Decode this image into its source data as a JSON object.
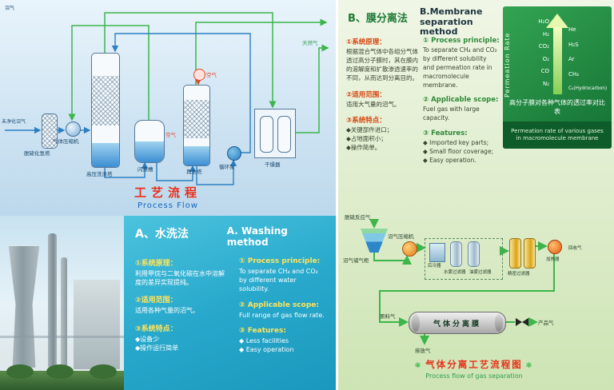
{
  "top_flow": {
    "corner_label": "沼气",
    "title_cn": "工艺流程",
    "title_en": "Process Flow",
    "labels": {
      "raw_biogas": "未净化沼气",
      "h2s_tower": "脱硫化氢塔",
      "compressor": "气体压缩机",
      "wash_tower": "高压洗涤塔",
      "flash_tank": "闪蒸槽",
      "air": "空气",
      "air2": "空气",
      "regen_tower": "再生塔",
      "pump": "循环泵",
      "dryer": "干燥器",
      "product": "天然气"
    }
  },
  "washing": {
    "title_cn": "A、水洗法",
    "title_en": "A. Washing method",
    "cn": {
      "s1_title": "①系统原理：",
      "s1_body": "利用甲烷与二氧化碳在水中溶解度的差异实现提纯。",
      "s2_title": "②适用范围：",
      "s2_body": "适用各种气量的沼气。",
      "s3_title": "③系统特点：",
      "item1": "◆设备少",
      "item2": "◆操作运行简单"
    },
    "en": {
      "s1_title": "① Process principle:",
      "s1_body": "To separate CH₄ and CO₂ by different water solubility.",
      "s2_title": "② Applicable scope:",
      "s2_body": "Full range of gas flow rate.",
      "s3_title": "③ Features:",
      "item1": "◆ Less facilities",
      "item2": "◆ Easy operation"
    }
  },
  "membrane": {
    "title_cn": "B、膜分离法",
    "title_en": "B.Membrane separation method",
    "cn": {
      "s1_title": "①系统原理：",
      "s1_body": "根据混合气体中各组分气体透过高分子膜时，其在膜内的溶解度和扩散渗透速率的不同，从而达到分离目的。",
      "s2_title": "②适用范围：",
      "s2_body": "适用大气量的沼气。",
      "s3_title": "③系统特点：",
      "item1": "◆关键部件进口；",
      "item2": "◆占地面积小；",
      "item3": "◆操作简单。"
    },
    "en": {
      "s1_title": "① Process principle:",
      "s1_body": "To separate CH₄ and CO₂ by different solubility and permeation rate in macromolecule membrane.",
      "s2_title": "② Applicable scope:",
      "s2_body": "Fuel gas with large capacity.",
      "s3_title": "③ Features:",
      "item1": "◆ Imported key parts;",
      "item2": "◆ Small floor coverage;",
      "item3": "◆ Easy operation."
    }
  },
  "permeation": {
    "rate_label": "Permeation Rate",
    "left_gases": [
      "H₂O",
      "H₂",
      "CO₂",
      "O₂",
      "CO",
      "N₂"
    ],
    "right_gases": [
      "He",
      "H₂S",
      "Ar",
      "CH₄"
    ],
    "right_gas_last": "C₄(Hydrocarbon)",
    "caption_cn": "高分子膜对各种气体的透过率对比表",
    "caption_en": "Permeation rate of various gases in macromolecule membrane"
  },
  "gas_flow": {
    "labels": {
      "inlet": "脱硫反应气",
      "holder": "沼气储气柜",
      "compressor": "沼气压缩机",
      "aftercooler": "后冷器",
      "water_filter": "水雾过滤器",
      "oil_filter": "油雾过滤器",
      "fine_filter": "精密过滤器",
      "heater": "加热器",
      "recycle": "回收气",
      "feed": "原料气",
      "membrane": "气体分离膜",
      "product": "产品气",
      "exhaust": "排放气"
    },
    "deco": "❃",
    "title_cn": "气体分离工艺流程图",
    "title_en": "Process flow of gas separation"
  }
}
